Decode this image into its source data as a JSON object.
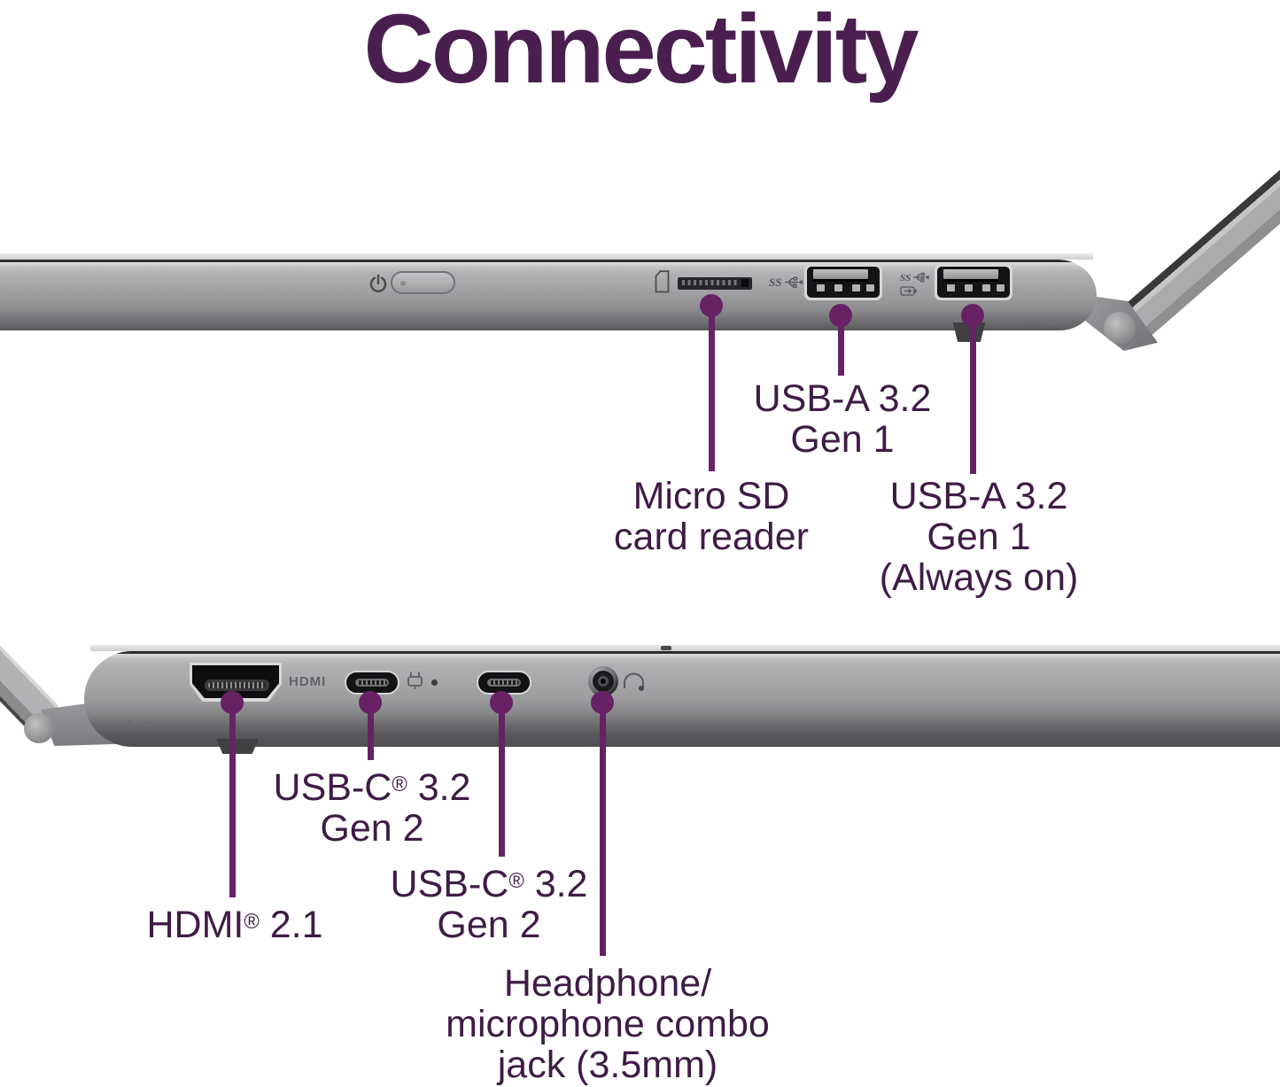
{
  "title": "Connectivity",
  "colors": {
    "title": "#4a1f50",
    "label_text": "#3f1c46",
    "callout_accent": "#662265",
    "laptop_gray": "#a7a7a9"
  },
  "icons": {
    "power": "power-icon",
    "micro_sd": "sd-card-icon",
    "superspeed_usb": "ss-usb-icon",
    "superspeed_usb_always_on": "ss-usb-battery-icon",
    "charging_plug": "plug-icon",
    "headphone": "headphone-icon"
  },
  "top_laptop": {
    "ss_label": "SS",
    "callouts": [
      {
        "id": "micro-sd",
        "lines": [
          "Micro SD",
          "card reader"
        ]
      },
      {
        "id": "usb-a-1",
        "lines": [
          "USB-A 3.2",
          "Gen 1"
        ]
      },
      {
        "id": "usb-a-2",
        "lines": [
          "USB-A 3.2",
          "Gen 1",
          "(Always on)"
        ]
      }
    ]
  },
  "bottom_laptop": {
    "hdmi_label": "HDMI",
    "callouts": [
      {
        "id": "hdmi",
        "lines": [
          "HDMI® 2.1"
        ]
      },
      {
        "id": "usb-c-1",
        "lines": [
          "USB-C® 3.2",
          "Gen 2"
        ]
      },
      {
        "id": "usb-c-2",
        "lines": [
          "USB-C® 3.2",
          "Gen 2"
        ]
      },
      {
        "id": "headphone",
        "lines": [
          "Headphone/",
          "microphone combo",
          "jack (3.5mm)"
        ]
      }
    ]
  }
}
